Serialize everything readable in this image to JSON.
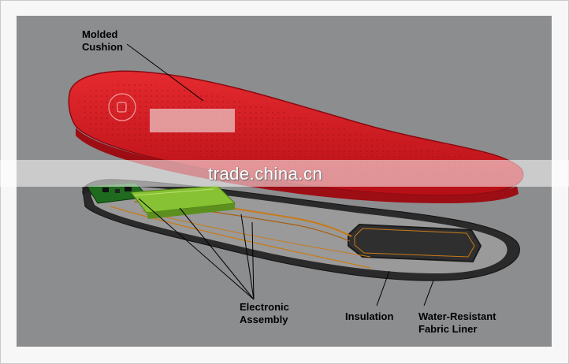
{
  "labels": {
    "molded_cushion": "Molded\nCushion",
    "electronic_assembly": "Electronic\nAssembly",
    "insulation": "Insulation",
    "fabric_liner": "Water-Resistant\nFabric Liner"
  },
  "watermark": "trade.china.cn",
  "colors": {
    "panel_bg": "#8c8d8f",
    "cushion_red": "#d3141d",
    "liner_dark": "#2a2a2a",
    "insulation_gray": "#9a9a9a",
    "battery_green": "#86c233",
    "wire_orange": "#c97a18"
  }
}
